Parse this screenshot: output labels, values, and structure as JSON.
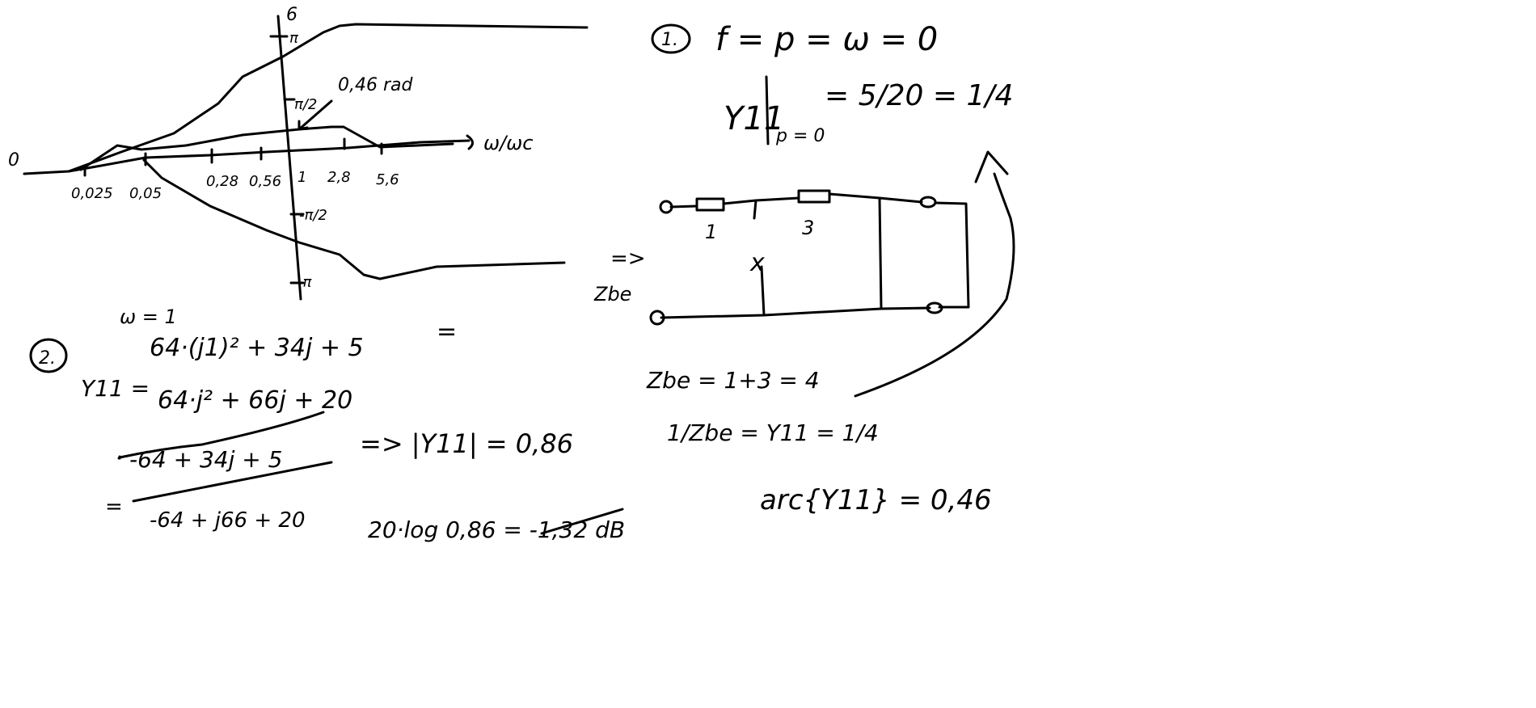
{
  "plot": {
    "axis_label": "6",
    "y_ticks": [
      "π",
      "π/2",
      "-π/2",
      "-π"
    ],
    "x_origin": "0",
    "x_ticks": [
      "0,025",
      "0,05",
      "0,28",
      "0,56",
      "1",
      "2,8",
      "5,6"
    ],
    "x_axis_label": "ω/ωc",
    "annotation": "0,46 rad"
  },
  "part1": {
    "number": "1.",
    "line1": "f = p = ω = 0",
    "line2_lhs": "Y11",
    "line2_cond": "p = 0",
    "line2_rhs": "= 5/20 = 1/4",
    "arrow": "=>",
    "circuit": {
      "r1": "1",
      "r2": "3",
      "open": "x"
    },
    "zbe_label": "Zbe",
    "zbe_eq": "Zbe = 1+3 = 4",
    "inv_eq": "1/Zbe = Y11 = 1/4",
    "arc_eq": "arc{Y11} = 0,46"
  },
  "part2": {
    "number": "2.",
    "omega": "ω = 1",
    "y11": "Y11 =",
    "num1": "64·(j1)² + 34j + 5",
    "den1": "64·j² + 66j + 20",
    "eq": "=",
    "num2": "-64 + 34j + 5",
    "den2": "-64 + j66 + 20",
    "mag": "=> |Y11| = 0,86",
    "db": "20·log 0,86 = -1,32 dB"
  }
}
